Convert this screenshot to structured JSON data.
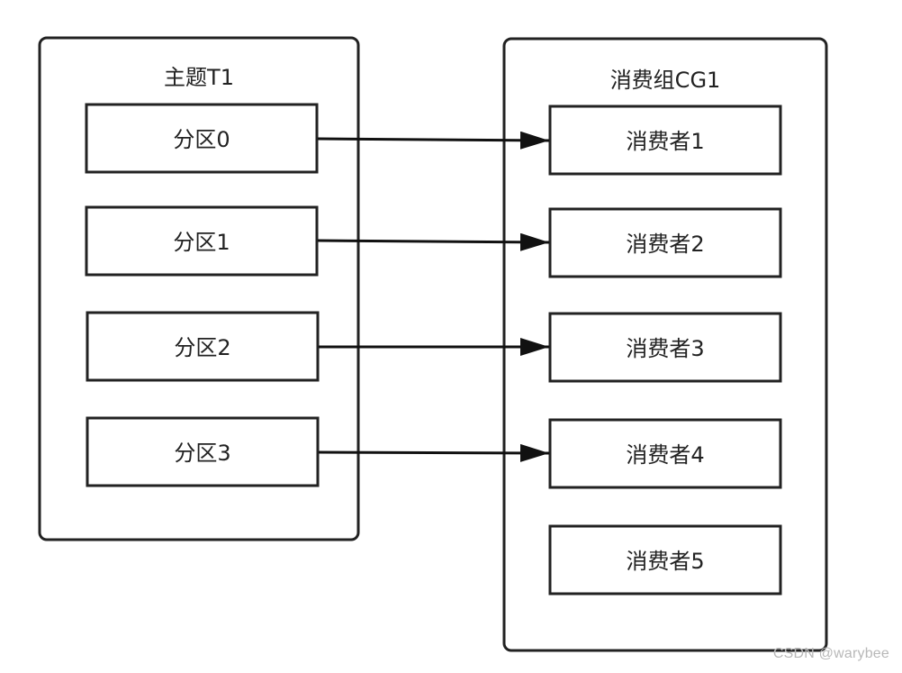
{
  "topic": {
    "title": "主题T1",
    "partitions": [
      "分区0",
      "分区1",
      "分区2",
      "分区3"
    ]
  },
  "consumer_group": {
    "title": "消费组CG1",
    "consumers": [
      "消费者1",
      "消费者2",
      "消费者3",
      "消费者4",
      "消费者5"
    ]
  },
  "assignments": [
    {
      "from": "分区0",
      "to": "消费者1"
    },
    {
      "from": "分区1",
      "to": "消费者2"
    },
    {
      "from": "分区2",
      "to": "消费者3"
    },
    {
      "from": "分区3",
      "to": "消费者4"
    }
  ],
  "watermark": "CSDN @warybee"
}
